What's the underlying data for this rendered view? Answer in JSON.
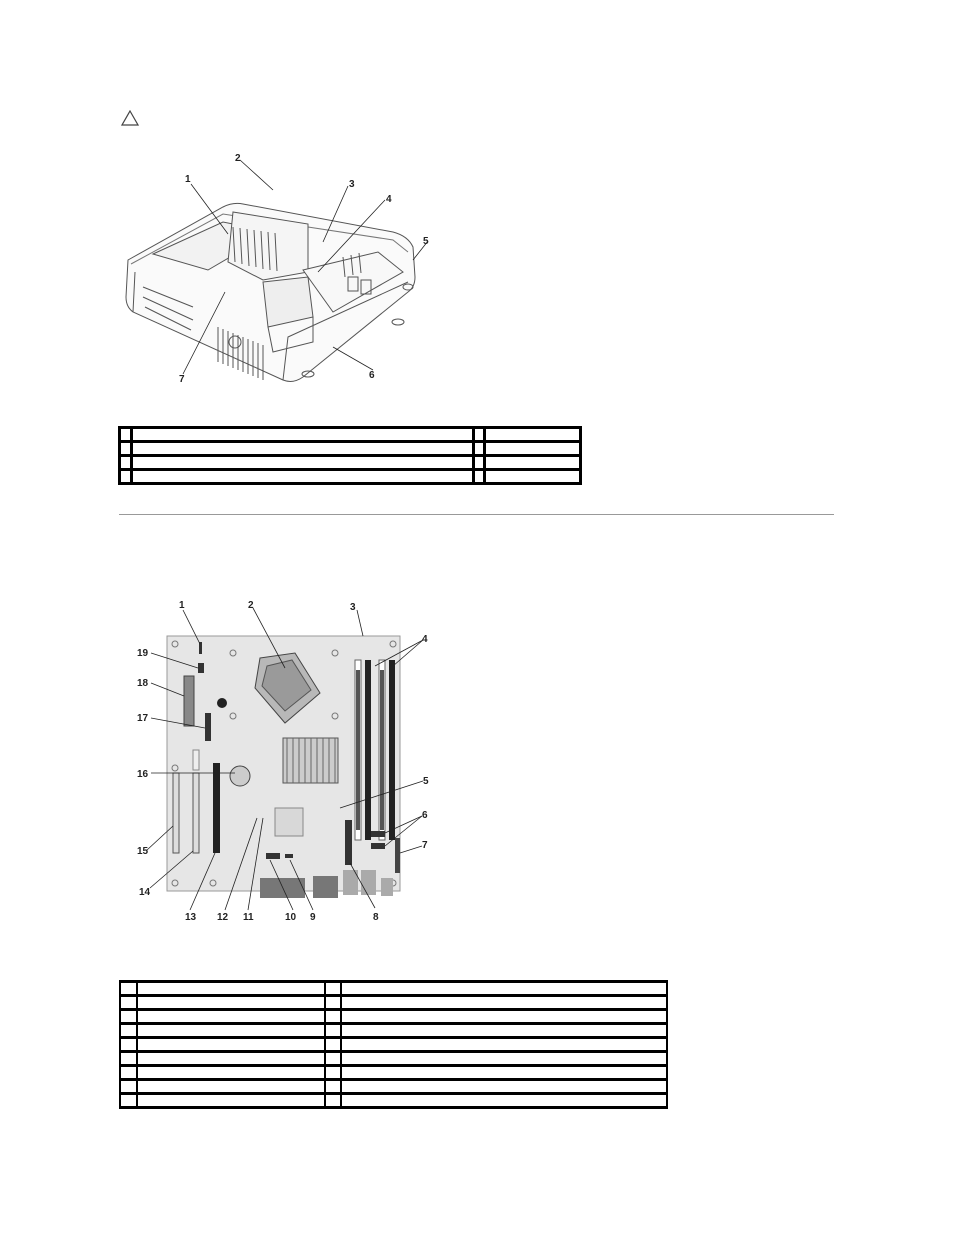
{
  "caution": {
    "icon": "caution-triangle-icon"
  },
  "figure1": {
    "description": "Computer interior view",
    "callouts": [
      "1",
      "2",
      "3",
      "4",
      "5",
      "6",
      "7"
    ]
  },
  "table1": {
    "rows": [
      [
        "",
        "",
        "",
        ""
      ],
      [
        "",
        "",
        "",
        ""
      ],
      [
        "",
        "",
        "",
        ""
      ],
      [
        "",
        "",
        "",
        ""
      ]
    ]
  },
  "figure2": {
    "description": "System board components",
    "callouts": [
      "1",
      "2",
      "3",
      "4",
      "5",
      "6",
      "7",
      "8",
      "9",
      "10",
      "11",
      "12",
      "13",
      "14",
      "15",
      "16",
      "17",
      "18",
      "19"
    ]
  },
  "table2": {
    "rows": [
      [
        "",
        "",
        "",
        ""
      ],
      [
        "",
        "",
        "",
        ""
      ],
      [
        "",
        "",
        "",
        ""
      ],
      [
        "",
        "",
        "",
        ""
      ],
      [
        "",
        "",
        "",
        ""
      ],
      [
        "",
        "",
        "",
        ""
      ],
      [
        "",
        "",
        "",
        ""
      ],
      [
        "",
        "",
        "",
        ""
      ],
      [
        "",
        "",
        "",
        ""
      ]
    ]
  }
}
